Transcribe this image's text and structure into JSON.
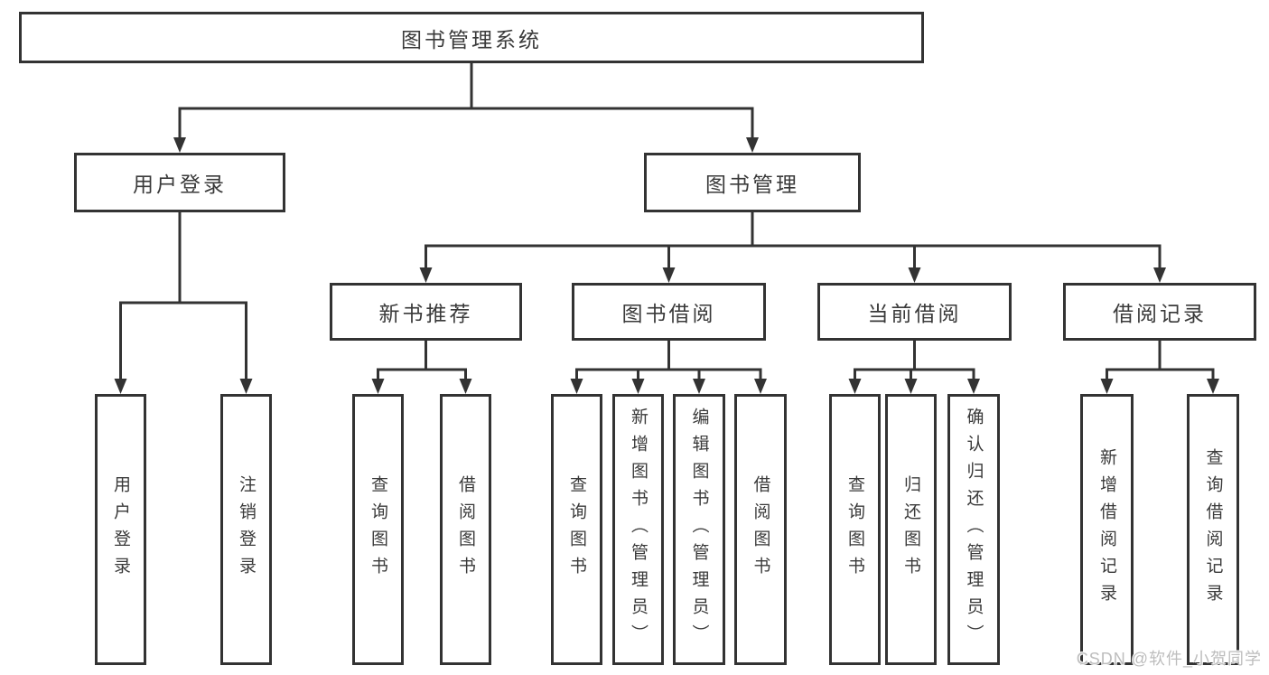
{
  "diagram": {
    "line_color": "#333333",
    "text_color": "#3a3a3a",
    "background_color": "#ffffff"
  },
  "tree": {
    "root": {
      "label": "图书管理系统"
    },
    "children": [
      {
        "label": "用户登录",
        "children": [
          {
            "label": "用户登录"
          },
          {
            "label": "注销登录"
          }
        ]
      },
      {
        "label": "图书管理",
        "children": [
          {
            "label": "新书推荐",
            "children": [
              {
                "label": "查询图书"
              },
              {
                "label": "借阅图书"
              }
            ]
          },
          {
            "label": "图书借阅",
            "children": [
              {
                "label": "查询图书"
              },
              {
                "label": "新增图书（管理员）"
              },
              {
                "label": "编辑图书（管理员）"
              },
              {
                "label": "借阅图书"
              }
            ]
          },
          {
            "label": "当前借阅",
            "children": [
              {
                "label": "查询图书"
              },
              {
                "label": "归还图书"
              },
              {
                "label": "确认归还（管理员）"
              }
            ]
          },
          {
            "label": "借阅记录",
            "children": [
              {
                "label": "新增借阅记录"
              },
              {
                "label": "查询借阅记录"
              }
            ]
          }
        ]
      }
    ]
  },
  "watermark": {
    "text": "CSDN @软件_小贺同学"
  }
}
